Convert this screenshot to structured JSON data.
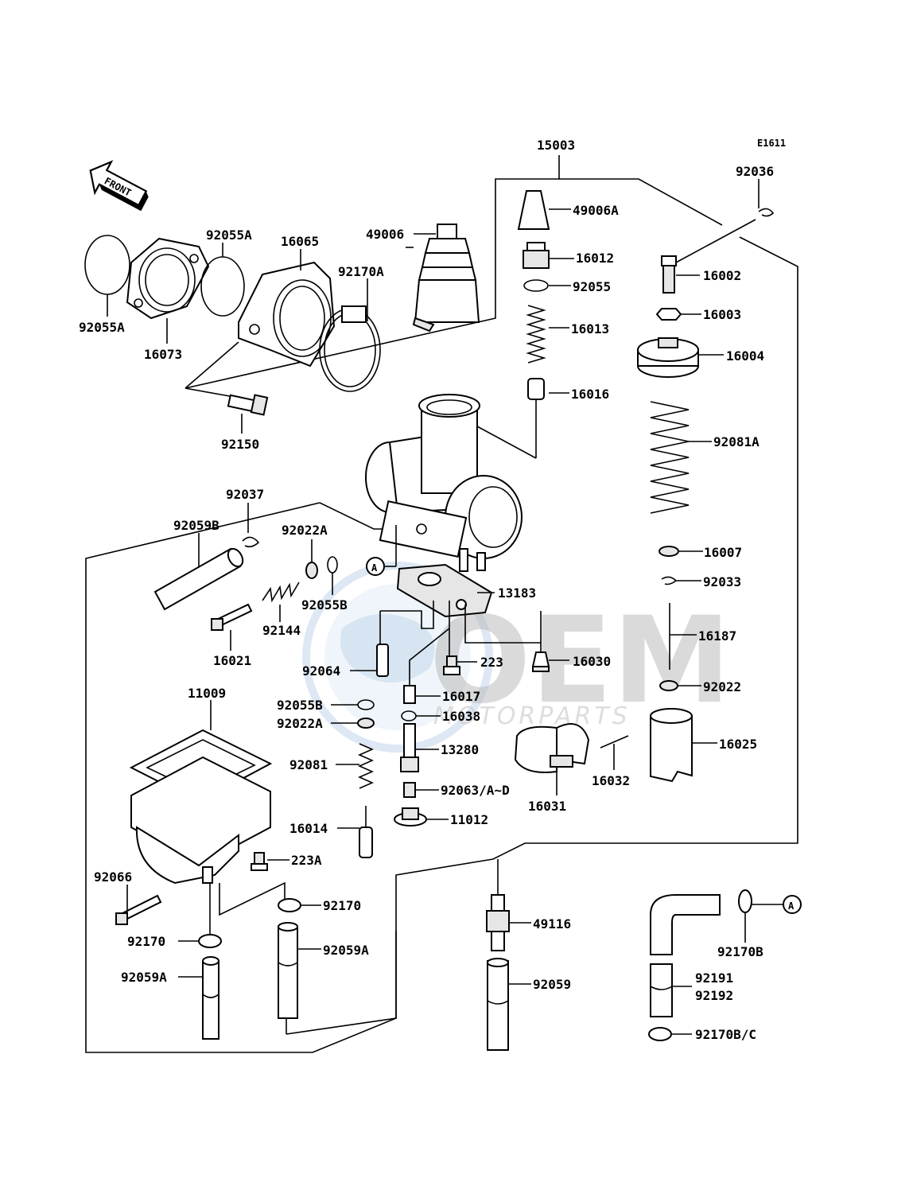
{
  "diagram_code": "E1611",
  "front_arrow_label": "FRONT",
  "watermark": {
    "main": "OEM",
    "sub": "MOTORPARTS"
  },
  "callout_marker": "A",
  "labels": {
    "p15003": "15003",
    "p92036": "92036",
    "p49006A": "49006A",
    "p49006": "49006",
    "p16012": "16012",
    "p92055": "92055",
    "p16002": "16002",
    "p16003": "16003",
    "p16013": "16013",
    "p16004": "16004",
    "p16016": "16016",
    "p92081A": "92081A",
    "p92055A_top": "92055A",
    "p16065": "16065",
    "p92170A": "92170A",
    "p92055A_left": "92055A",
    "p16073": "16073",
    "p92150": "92150",
    "p92037": "92037",
    "p92059B": "92059B",
    "p92022A": "92022A",
    "p92055B": "92055B",
    "p92144": "92144",
    "p16021": "16021",
    "p13183": "13183",
    "p16007": "16007",
    "p92033": "92033",
    "p16187": "16187",
    "p92022": "92022",
    "p92064": "92064",
    "p223": "223",
    "p16030": "16030",
    "p16017": "16017",
    "p16038": "16038",
    "p11009": "11009",
    "p92055B_2": "92055B",
    "p92022A_2": "92022A",
    "p13280": "13280",
    "p92081": "92081",
    "p16025": "16025",
    "p92063": "92063/A~D",
    "p16032": "16032",
    "p11012": "11012",
    "p16031": "16031",
    "p16014": "16014",
    "p223A": "223A",
    "p92066": "92066",
    "p92170": "92170",
    "p49116": "49116",
    "p92170B": "92170B",
    "p92170_2": "92170",
    "p92059A": "92059A",
    "p92059A_2": "92059A",
    "p92059": "92059",
    "p92191": "92191",
    "p92192": "92192",
    "p92170BC": "92170B/C"
  }
}
